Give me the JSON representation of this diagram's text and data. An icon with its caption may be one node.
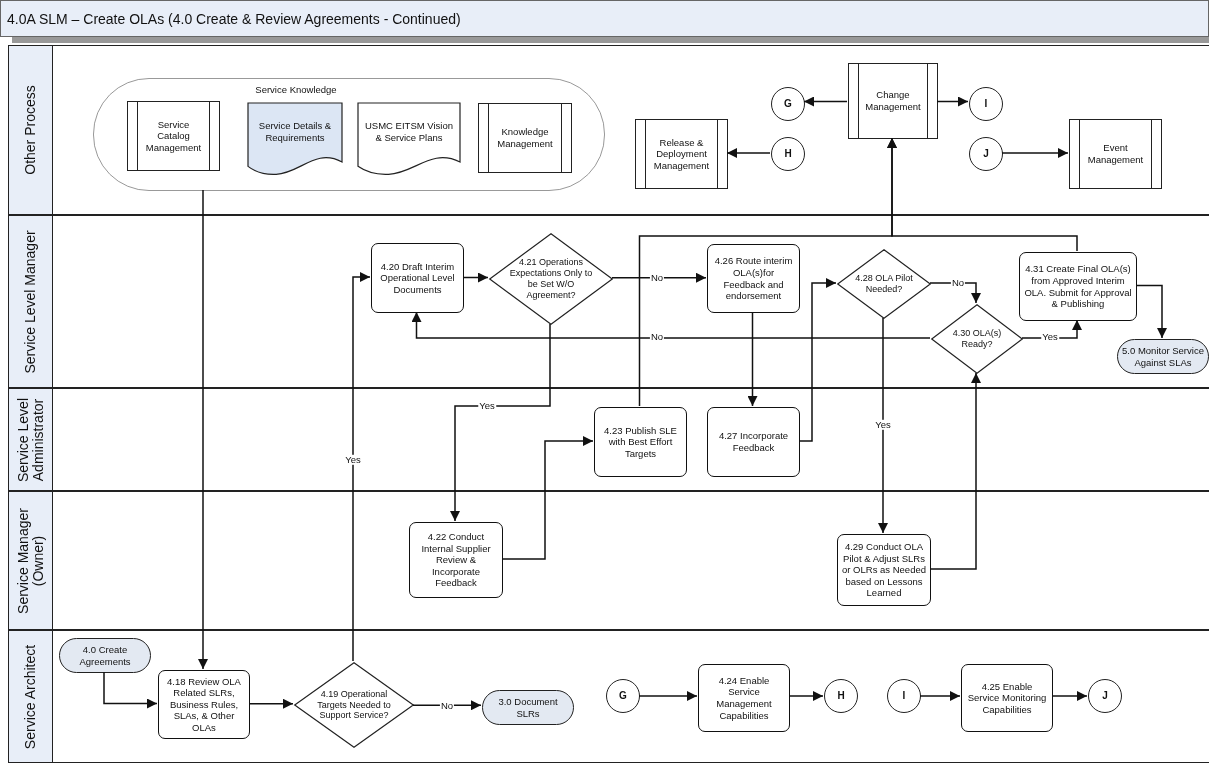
{
  "diagram": {
    "title": "4.0A SLM – Create OLAs (4.0 Create & Review Agreements - Continued)",
    "nodes": [
      {
        "text": [
          "Other Process"
        ]
      },
      {
        "text": [
          "Service Level Manager"
        ]
      },
      {
        "text": [
          "Service Level Administrator"
        ]
      },
      {
        "text": [
          "Service Manager (Owner)"
        ]
      },
      {
        "text": [
          "Service Architect"
        ]
      },
      {
        "text": [
          "Service Knowledge"
        ],
        "in": 0
      },
      {
        "text": [
          "Service Catalog Management"
        ],
        "in": 5
      },
      {
        "text": [
          "Service Details & Requirements"
        ],
        "in": 5
      },
      {
        "text": [
          "USMC EITSM Vision & Service Plans"
        ],
        "in": 5
      },
      {
        "text": [
          "Knowledge Management"
        ],
        "in": 5
      },
      {
        "text": [
          "Release & Deployment Management"
        ],
        "in": 0
      },
      {
        "text": [
          "H"
        ],
        "in": 0
      },
      {
        "text": [
          "G"
        ],
        "in": 0
      },
      {
        "text": [
          "Change Management"
        ],
        "in": 0
      },
      {
        "text": [
          "I"
        ],
        "in": 0
      },
      {
        "text": [
          "J"
        ],
        "in": 0
      },
      {
        "text": [
          "Event Management"
        ],
        "in": 0
      },
      {
        "text": [
          "4.20 Draft Interim Operational Level Documents"
        ],
        "in": 1
      },
      {
        "text": [
          "4.21 Operations Expectations Only to be Set W/O Agreement?"
        ],
        "in": 1
      },
      {
        "text": [
          "4.26 Route interim OLA(s)for Feedback and endorsement"
        ],
        "in": 1
      },
      {
        "text": [
          "4.28 OLA Pilot Needed?"
        ],
        "in": 1
      },
      {
        "text": [
          "4.30 OLA(s) Ready?"
        ],
        "in": 1
      },
      {
        "text": [
          "4.31 Create Final OLA(s) from Approved Interim OLA. Submit for Approval & Publishing"
        ],
        "in": 1
      },
      {
        "text": [
          "5.0 Monitor Service Against SLAs"
        ],
        "in": 1
      },
      {
        "text": [
          "4.23 Publish SLE with Best Effort Targets"
        ],
        "in": 2
      },
      {
        "text": [
          "4.27 Incorporate Feedback"
        ],
        "in": 2
      },
      {
        "text": [
          "4.22 Conduct Internal Supplier Review & Incorporate Feedback"
        ],
        "in": 3
      },
      {
        "text": [
          "4.29 Conduct OLA Pilot & Adjust SLRs or OLRs as Needed based on Lessons Learned"
        ],
        "in": 3
      },
      {
        "text": [
          "4.0 Create Agreements"
        ],
        "in": 4
      },
      {
        "text": [
          "4.18 Review OLA Related SLRs, Business Rules, SLAs, & Other OLAs"
        ],
        "in": 4
      },
      {
        "text": [
          "4.19 Operational Targets Needed to Support Service?"
        ],
        "in": 4
      },
      {
        "text": [
          "3.0 Document SLRs"
        ],
        "in": 4
      },
      {
        "text": [
          "G"
        ],
        "in": 4
      },
      {
        "text": [
          "4.24 Enable Service Management Capabilities"
        ],
        "in": 4
      },
      {
        "text": [
          "H"
        ],
        "in": 4
      },
      {
        "text": [
          "I"
        ],
        "in": 4
      },
      {
        "text": [
          "4.25 Enable Service Monitoring Capabilities"
        ],
        "in": 4
      },
      {
        "text": [
          "J"
        ],
        "in": 4
      }
    ],
    "edges": [
      {
        "from": 5,
        "to": 29,
        "arrow": "to"
      },
      {
        "from": 28,
        "to": 29,
        "arrow": "to"
      },
      {
        "from": 29,
        "to": 30,
        "arrow": "to"
      },
      {
        "from": 30,
        "to": 31,
        "arrow": "to",
        "label": "No"
      },
      {
        "from": 30,
        "to": 17,
        "arrow": "to",
        "label": "Yes"
      },
      {
        "from": 17,
        "to": 18,
        "arrow": "to"
      },
      {
        "from": 18,
        "to": 19,
        "arrow": "to",
        "label": "No"
      },
      {
        "from": 18,
        "to": 26,
        "arrow": "to",
        "label": "Yes"
      },
      {
        "from": 26,
        "to": 24,
        "arrow": "to"
      },
      {
        "from": 24,
        "to": 13,
        "arrow": "to"
      },
      {
        "from": 22,
        "to": 13,
        "arrow": "to"
      },
      {
        "from": 19,
        "to": 25,
        "arrow": "to"
      },
      {
        "from": 25,
        "to": 20,
        "arrow": "to"
      },
      {
        "from": 20,
        "to": 21,
        "arrow": "to",
        "label": "No"
      },
      {
        "from": 20,
        "to": 27,
        "arrow": "to",
        "label": "Yes"
      },
      {
        "from": 27,
        "to": 21,
        "arrow": "to"
      },
      {
        "from": 21,
        "to": 17,
        "arrow": "to",
        "label": "No"
      },
      {
        "from": 21,
        "to": 22,
        "arrow": "to",
        "label": "Yes"
      },
      {
        "from": 22,
        "to": 23,
        "arrow": "to"
      },
      {
        "from": 13,
        "to": 12,
        "arrow": "to"
      },
      {
        "from": 13,
        "to": 14,
        "arrow": "to"
      },
      {
        "from": 11,
        "to": 10,
        "arrow": "to"
      },
      {
        "from": 15,
        "to": 16,
        "arrow": "to"
      },
      {
        "from": 32,
        "to": 33,
        "arrow": "to"
      },
      {
        "from": 33,
        "to": 34,
        "arrow": "to"
      },
      {
        "from": 35,
        "to": 36,
        "arrow": "to"
      },
      {
        "from": 36,
        "to": 37,
        "arrow": "to"
      }
    ]
  }
}
